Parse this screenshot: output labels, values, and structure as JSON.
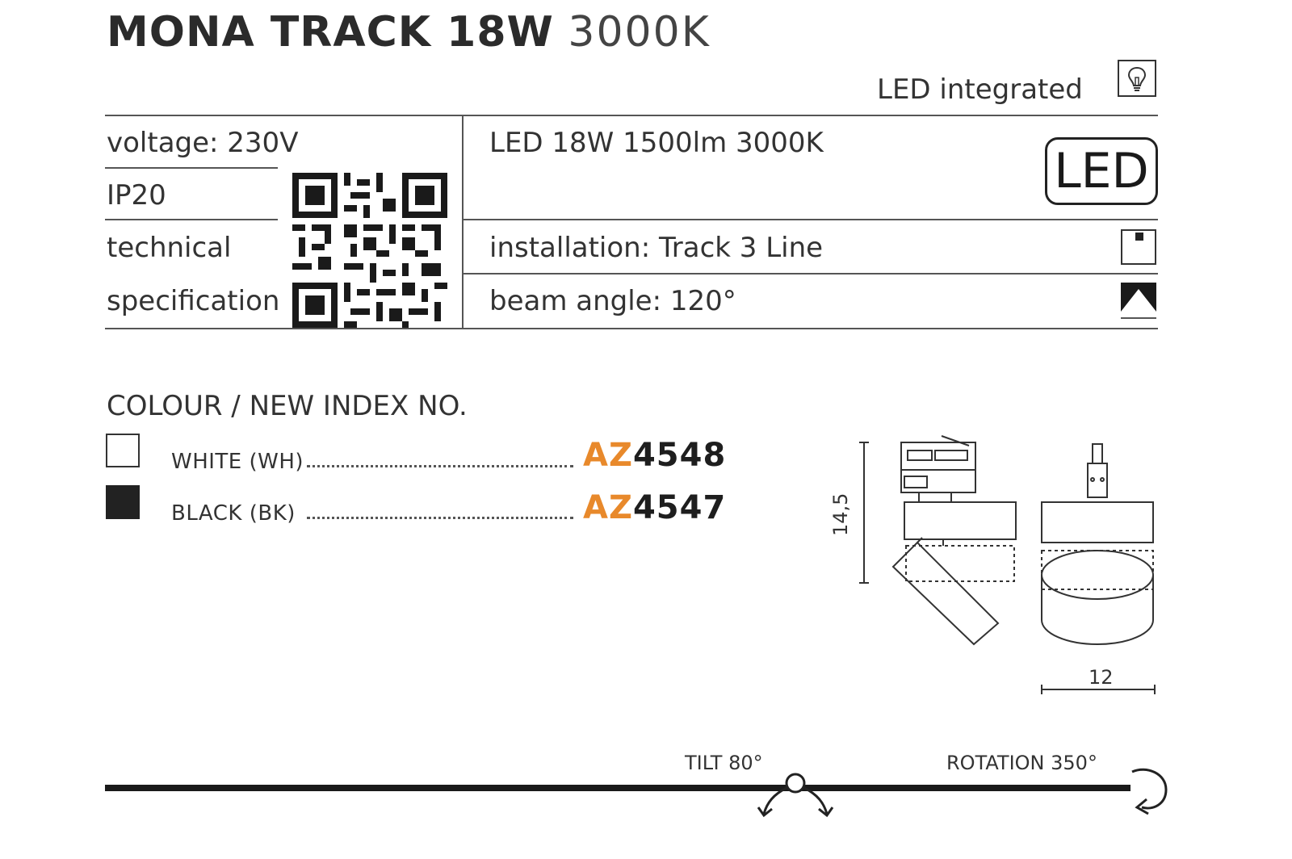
{
  "title": {
    "bold": "MONA TRACK 18W",
    "light": "3000K"
  },
  "led_integrated": "LED integrated",
  "left_specs": [
    "voltage: 230V",
    "IP20",
    "technical",
    "specification"
  ],
  "right_specs": {
    "led": "LED 18W 1500lm 3000K",
    "installation": "installation: Track 3 Line",
    "beam": "beam angle: 120°"
  },
  "led_badge": "LED",
  "colour_heading": "COLOUR / NEW INDEX NO.",
  "colours": [
    {
      "name": "WHITE (WH)",
      "prefix": "AZ",
      "number": "4548",
      "swatch": "#ffffff"
    },
    {
      "name": "BLACK (BK)",
      "prefix": "AZ",
      "number": "4547",
      "swatch": "#222222"
    }
  ],
  "dimensions": {
    "height": "14,5",
    "width": "12"
  },
  "tilt": "TILT 80°",
  "rotation": "ROTATION 350°",
  "colors": {
    "accent_orange": "#e8892b",
    "text": "#2b2b2b",
    "line": "#555555"
  },
  "icons": [
    "bulb-icon",
    "qr-code",
    "led-icon",
    "track-installation-icon",
    "beam-angle-icon",
    "tilt-icon",
    "rotation-icon"
  ]
}
